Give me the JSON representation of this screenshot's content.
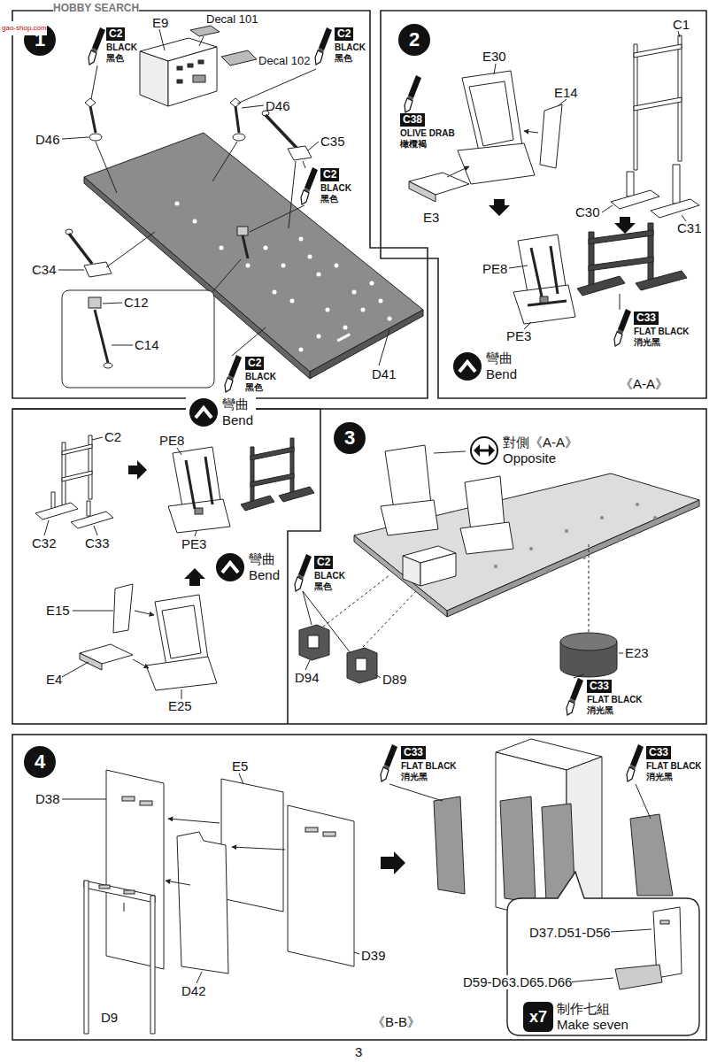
{
  "diagram": {
    "nodes": [
      {
        "text": [
          "1"
        ]
      },
      {
        "text": [
          "C2",
          "BLACK",
          "黑色"
        ],
        "in": 0
      },
      {
        "text": [
          "C2",
          "BLACK",
          "黑色"
        ],
        "in": 0
      },
      {
        "text": [
          "C2",
          "BLACK",
          "黑色"
        ],
        "in": 0
      },
      {
        "text": [
          "C2",
          "BLACK",
          "黑色"
        ],
        "in": 0
      },
      {
        "text": [
          "2"
        ]
      },
      {
        "text": [
          "C38",
          "OLIVE DRAB",
          "橄欖褐"
        ],
        "in": 5
      },
      {
        "text": [
          "C33",
          "FLAT BLACK",
          "消光黑"
        ],
        "in": 5
      },
      {
        "text": [
          "彎曲",
          "Bend"
        ],
        "in": 5
      },
      {
        "text": [
          "3"
        ]
      },
      {
        "text": [
          "彎曲",
          "Bend"
        ],
        "in": 9
      },
      {
        "text": [
          "對側《A-A》",
          "Opposite"
        ],
        "in": 9
      },
      {
        "text": [
          "彎曲",
          "Bend"
        ],
        "in": 9
      },
      {
        "text": [
          "C2",
          "BLACK",
          "黑色"
        ],
        "in": 9
      },
      {
        "text": [
          "C33",
          "FLAT BLACK",
          "消光黑"
        ],
        "in": 9
      },
      {
        "text": [
          "4"
        ]
      },
      {
        "text": [
          "C33",
          "FLAT BLACK",
          "消光黑"
        ],
        "in": 15
      },
      {
        "text": [
          "C33",
          "FLAT BLACK",
          "消光黑"
        ],
        "in": 15
      },
      {
        "text": [
          "x7",
          "制作七組",
          "Make seven"
        ],
        "in": 15
      }
    ],
    "labels": [
      "HOBBY SEARCH",
      "gao-shop.com",
      "E9",
      "Decal 101",
      "Decal 102",
      "D46",
      "D46",
      "C35",
      "C34",
      "C12",
      "C14",
      "D41",
      "C1",
      "E30",
      "E14",
      "C30",
      "C31",
      "E3",
      "PE8",
      "PE3",
      "《A-A》",
      "C2",
      "PE8",
      "C32",
      "C33",
      "PE3",
      "E15",
      "E4",
      "E25",
      "D94",
      "D89",
      "E23",
      "E5",
      "D38",
      "D42",
      "D39",
      "D9",
      "D37.D51-D56",
      "D59-D63.D65.D66",
      "《B-B》",
      "3"
    ]
  }
}
